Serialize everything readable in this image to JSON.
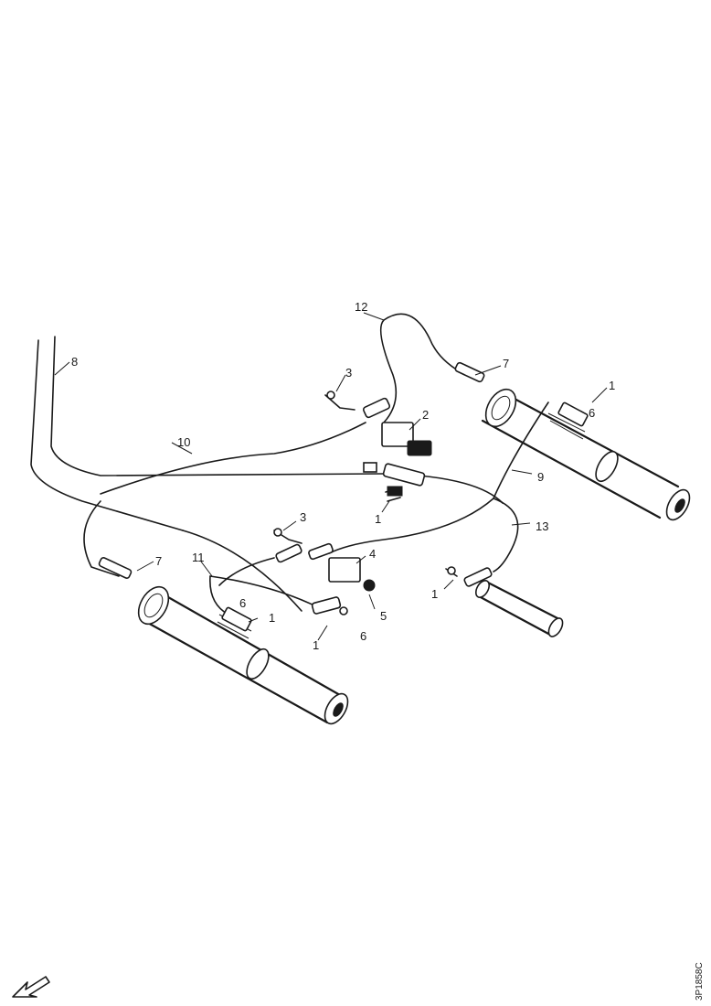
{
  "drawing_reference": "3P1858C",
  "callouts": {
    "c1a": "1",
    "c1b": "1",
    "c1c": "1",
    "c1d": "1",
    "c1e": "1",
    "c2": "2",
    "c3a": "3",
    "c3b": "3",
    "c4": "4",
    "c5": "5",
    "c6a": "6",
    "c6b": "6",
    "c6c": "6",
    "c7a": "7",
    "c7b": "7",
    "c8": "8",
    "c9": "9",
    "c10": "10",
    "c11": "11",
    "c12": "12",
    "c13": "13"
  }
}
